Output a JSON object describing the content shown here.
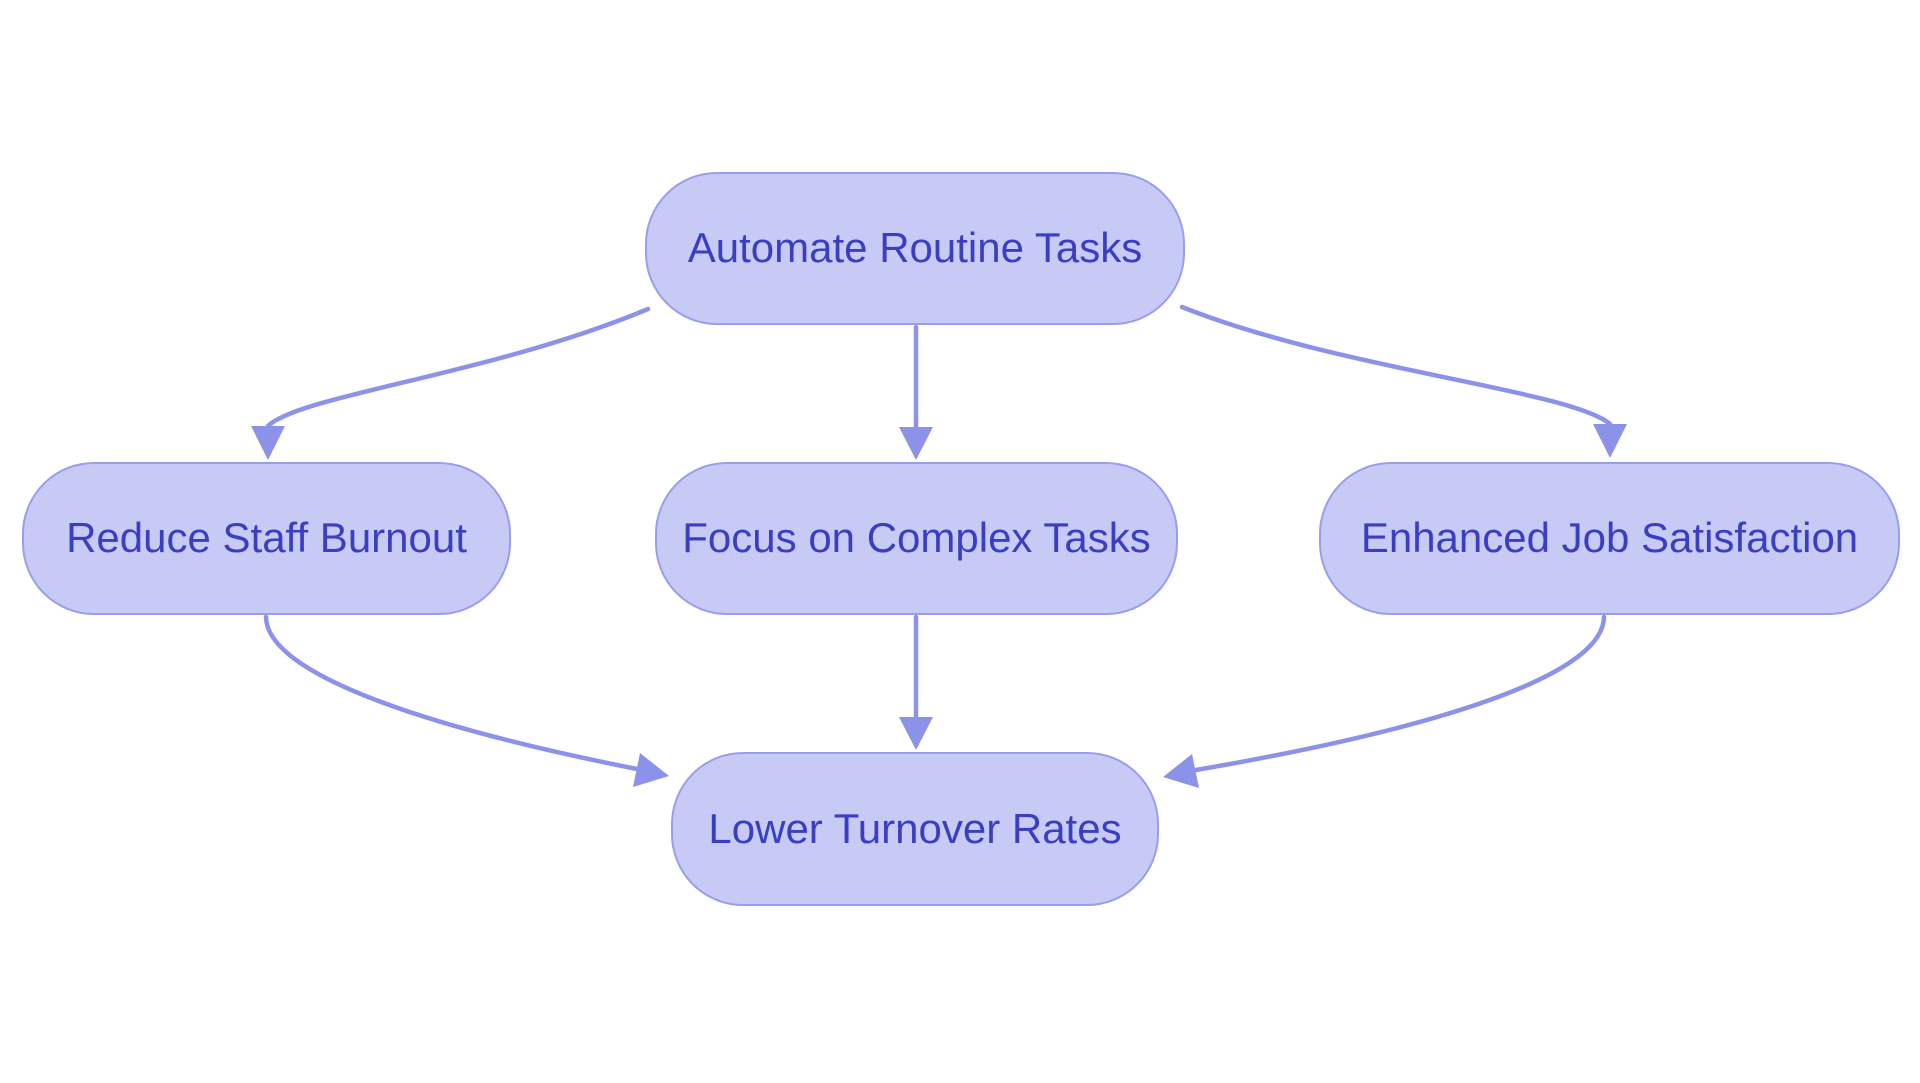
{
  "diagram": {
    "type": "flowchart",
    "background_color": "#ffffff",
    "node_fill_color": "#c8caf6",
    "node_border_color": "#989eee",
    "edge_color": "#8c92e9",
    "text_color": "#3a3ec3",
    "nodes": [
      {
        "id": "automate-routine-tasks",
        "label": "Automate Routine Tasks"
      },
      {
        "id": "reduce-staff-burnout",
        "label": "Reduce Staff Burnout"
      },
      {
        "id": "focus-on-complex-tasks",
        "label": "Focus on Complex Tasks"
      },
      {
        "id": "enhanced-job-satisfaction",
        "label": "Enhanced Job Satisfaction"
      },
      {
        "id": "lower-turnover-rates",
        "label": "Lower Turnover Rates"
      }
    ],
    "edges": [
      {
        "from": "automate-routine-tasks",
        "to": "reduce-staff-burnout"
      },
      {
        "from": "automate-routine-tasks",
        "to": "focus-on-complex-tasks"
      },
      {
        "from": "automate-routine-tasks",
        "to": "enhanced-job-satisfaction"
      },
      {
        "from": "reduce-staff-burnout",
        "to": "lower-turnover-rates"
      },
      {
        "from": "focus-on-complex-tasks",
        "to": "lower-turnover-rates"
      },
      {
        "from": "enhanced-job-satisfaction",
        "to": "lower-turnover-rates"
      }
    ]
  }
}
